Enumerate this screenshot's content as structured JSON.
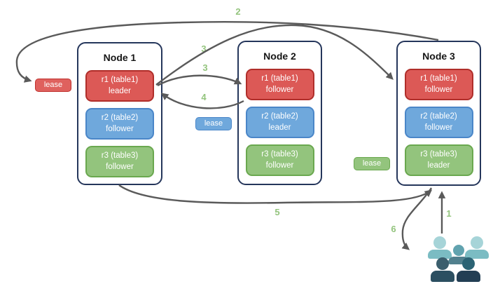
{
  "diagram": {
    "kind": "cluster-lease-replication-diagram",
    "nodes": [
      {
        "name": "Node 1",
        "replicas": [
          {
            "range": "r1 (table1)",
            "role": "leader",
            "color": "red"
          },
          {
            "range": "r2 (table2)",
            "role": "follower",
            "color": "blue"
          },
          {
            "range": "r3 (table3)",
            "role": "follower",
            "color": "green"
          }
        ]
      },
      {
        "name": "Node 2",
        "replicas": [
          {
            "range": "r1 (table1)",
            "role": "follower",
            "color": "red"
          },
          {
            "range": "r2 (table2)",
            "role": "leader",
            "color": "blue"
          },
          {
            "range": "r3 (table3)",
            "role": "follower",
            "color": "green"
          }
        ]
      },
      {
        "name": "Node 3",
        "replicas": [
          {
            "range": "r1 (table1)",
            "role": "follower",
            "color": "red"
          },
          {
            "range": "r2 (table2)",
            "role": "follower",
            "color": "blue"
          },
          {
            "range": "r3 (table3)",
            "role": "leader",
            "color": "green"
          }
        ]
      }
    ],
    "leases": [
      {
        "label": "lease",
        "color": "#DF615E",
        "near": "Node 1"
      },
      {
        "label": "lease",
        "color": "#6FA8DC",
        "near": "Node 2"
      },
      {
        "label": "lease",
        "color": "#93C47D",
        "near": "Node 3"
      }
    ],
    "steps": [
      {
        "label": "1"
      },
      {
        "label": "2"
      },
      {
        "label": "3"
      },
      {
        "label": "3"
      },
      {
        "label": "4"
      },
      {
        "label": "5"
      },
      {
        "label": "6"
      }
    ],
    "colors": {
      "red_fill": "#DC5956",
      "red_border": "#B02E2A",
      "blue_fill": "#6FA8DC",
      "blue_border": "#4A86C8",
      "green_fill": "#93C47D",
      "green_border": "#6AA84F",
      "node_border": "#25365B",
      "arrow": "#5A5A5A",
      "step_label": "#93C47D",
      "users_light_head": "#A6D4D8",
      "users_light_body": "#7BBCC3",
      "users_mid_head": "#61A3AF",
      "users_mid_body": "#51808E",
      "users_dark_head": "#3B5E6D",
      "users_dark_body": "#2C4F61"
    },
    "users_group": {
      "name": "users",
      "count": 5
    }
  }
}
